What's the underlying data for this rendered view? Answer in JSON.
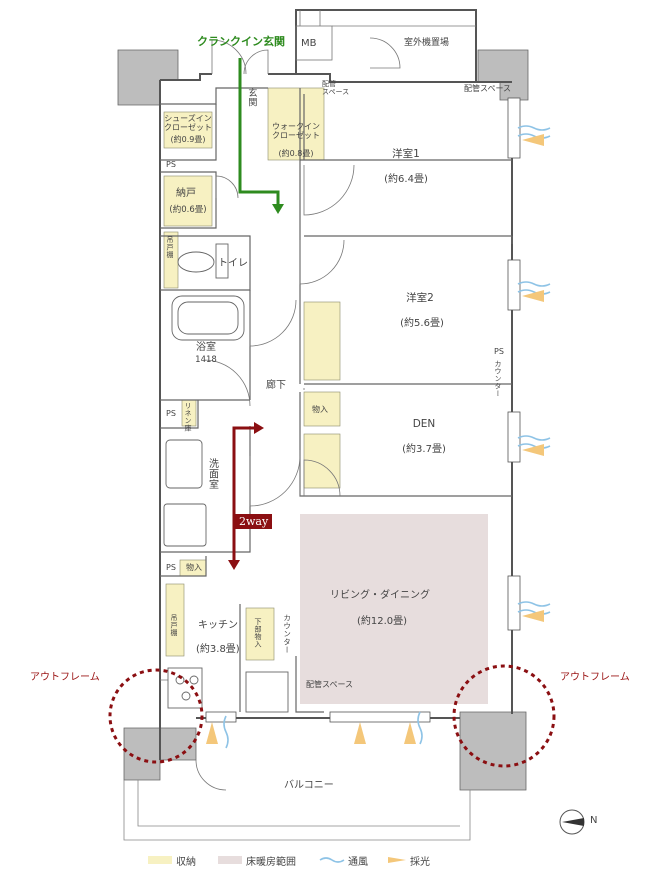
{
  "entrance": {
    "label": "クランクイン玄関"
  },
  "rooms": {
    "mb": "MB",
    "outdoor_unit": "室外機置場",
    "piping_1": "配管\nスペース",
    "piping_2": "配管スペース",
    "genkan": "玄関",
    "shoes_closet": "シューズイン\nクローゼット",
    "shoes_closet_size": "(約0.9畳)",
    "walkin_closet": "ウォークイン\nクローゼット",
    "walkin_closet_size": "(約0.8畳)",
    "ps": "PS",
    "nando": "納戸",
    "nando_size": "(約0.6畳)",
    "yoshitsu1": "洋室1",
    "yoshitsu1_size": "(約6.4畳)",
    "toilet_hanging": "吊戸棚",
    "toilet": "トイレ",
    "yoshitsu2": "洋室2",
    "yoshitsu2_size": "(約5.6畳)",
    "counter_vert": "カウンター",
    "bath": "浴室",
    "bath_size": "1418",
    "hallway": "廊下",
    "linen": "リネン庫",
    "storage": "物入",
    "den": "DEN",
    "den_size": "(約3.7畳)",
    "washroom": "洗面室",
    "living": "リビング・ダイニング",
    "living_size": "(約12.0畳)",
    "kitchen": "キッチン",
    "kitchen_size": "(約3.8畳)",
    "kitchen_hanging": "吊戸棚",
    "under_storage": "下部物入",
    "counter": "カウンター",
    "piping_3": "配管スペース",
    "balcony": "バルコニー"
  },
  "callouts": {
    "two_way": "2way",
    "outframe_left": "アウトフレーム",
    "outframe_right": "アウトフレーム"
  },
  "compass": {
    "label": "N"
  },
  "legend": {
    "storage": "収納",
    "floor_heating": "床暖房範囲",
    "ventilation": "通風",
    "lighting": "採光"
  },
  "colors": {
    "storage_fill": "#f7f1c2",
    "floor_heating_fill": "#e7dddd",
    "entrance_arrow": "#2e8b1f",
    "two_way_arrow": "#8b0f12",
    "outframe_ring": "#8b0f12",
    "wind": "#8ec3e6",
    "light": "#f4c77a"
  }
}
